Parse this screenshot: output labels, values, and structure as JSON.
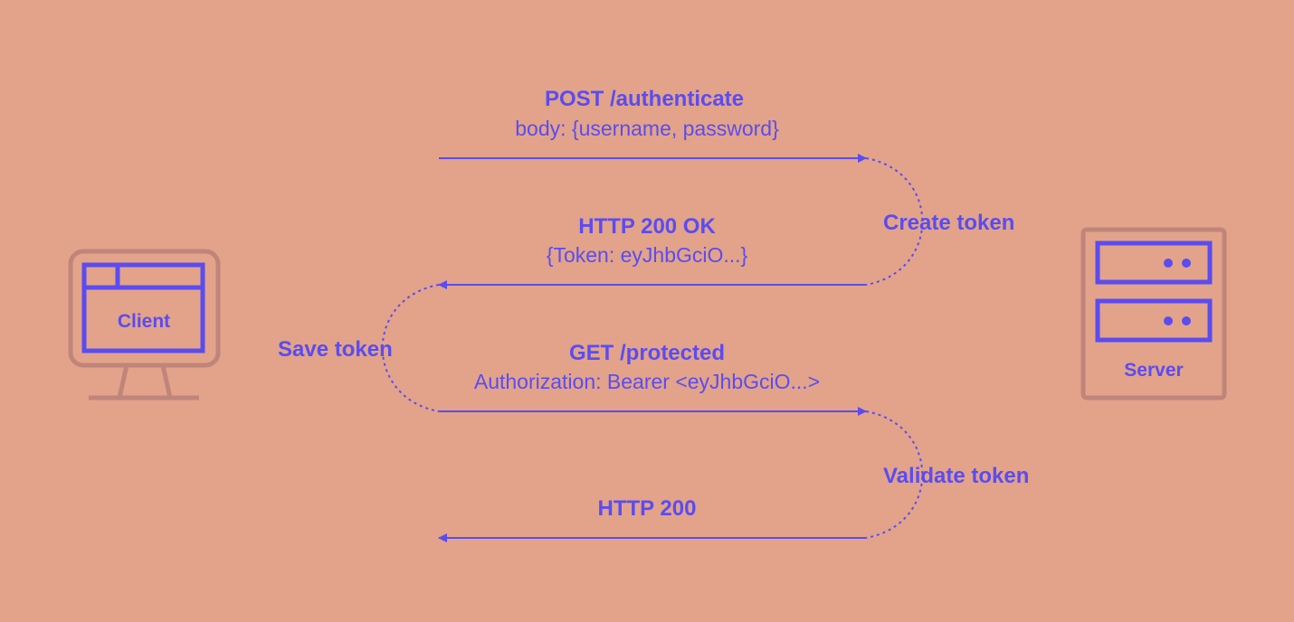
{
  "colors": {
    "background": "#E2A38A",
    "accent": "#5B4CF0",
    "device_outline": "#C0857A"
  },
  "client": {
    "icon": "monitor-icon",
    "label": "Client"
  },
  "server": {
    "icon": "server-icon",
    "label": "Server"
  },
  "steps": [
    {
      "title": "POST /authenticate",
      "detail": "body: {username, password}",
      "direction": "client-to-server"
    },
    {
      "title": "HTTP 200 OK",
      "detail": "{Token: eyJhbGciO...}",
      "direction": "server-to-client"
    },
    {
      "title": "GET /protected",
      "detail": "Authorization: Bearer <eyJhbGciO...>",
      "direction": "client-to-server"
    },
    {
      "title": "HTTP 200",
      "detail": "",
      "direction": "server-to-client"
    }
  ],
  "actions": {
    "create": "Create token",
    "save": "Save token",
    "validate": "Validate token"
  }
}
